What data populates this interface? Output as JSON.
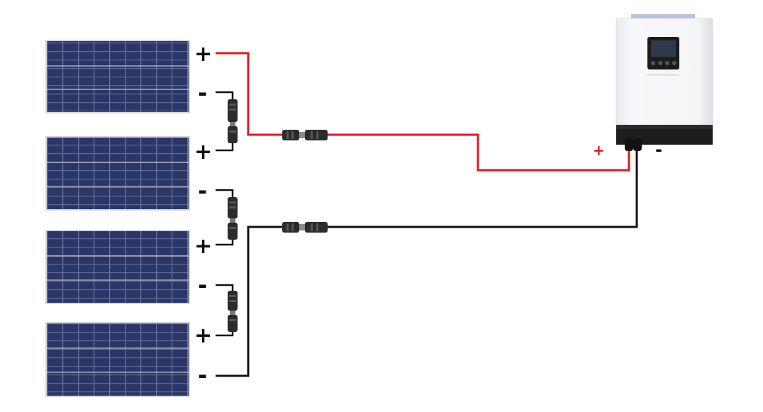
{
  "panels": [
    {
      "id": "panel-1",
      "positive_label": "+",
      "negative_label": "-"
    },
    {
      "id": "panel-2",
      "positive_label": "+",
      "negative_label": "-"
    },
    {
      "id": "panel-3",
      "positive_label": "+",
      "negative_label": "-"
    },
    {
      "id": "panel-4",
      "positive_label": "+",
      "negative_label": "-"
    }
  ],
  "inverter": {
    "positive_label": "+",
    "negative_label": "-"
  },
  "colors": {
    "positive_wire": "#e8141b",
    "negative_wire": "#111111",
    "panel_cell": "#2a3563",
    "panel_frame": "#c9ccd3",
    "inverter_body": "#f3f4f6",
    "inverter_base": "#1a1a1a"
  },
  "icons": [
    "solar-panel-icon",
    "mc4-connector-icon",
    "inverter-icon"
  ]
}
